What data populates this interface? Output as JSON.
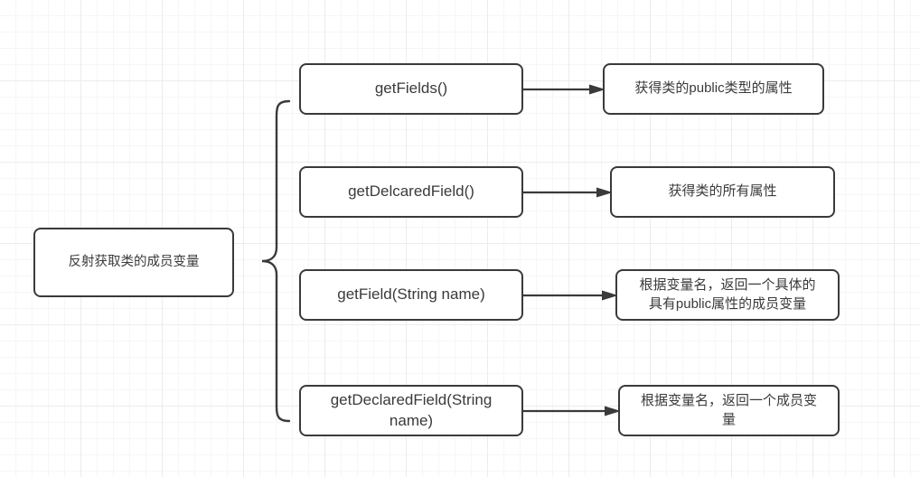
{
  "diagram": {
    "title_node": {
      "label": "反射获取类的成员变量"
    },
    "connector": {
      "type": "curly-brace",
      "orientation": "left-pointing"
    },
    "rows": [
      {
        "method": "getFields()",
        "description": "获得类的public类型的属性",
        "description_lines": [
          "获得类的public类型的属性"
        ],
        "arrow": "arrow-right"
      },
      {
        "method": "getDelcaredField()",
        "description": "获得类的所有属性",
        "description_lines": [
          "获得类的所有属性"
        ],
        "arrow": "arrow-right"
      },
      {
        "method": "getField(String name)",
        "description": "根据变量名，返回一个具体的具有public属性的成员变量",
        "description_lines": [
          "根据变量名，返回一个具体的",
          "具有public属性的成员变量"
        ],
        "arrow": "arrow-right"
      },
      {
        "method_lines": [
          "getDeclaredField(String",
          "name)"
        ],
        "method": "getDeclaredField(String name)",
        "description": "根据变量名，返回一个成员变量",
        "description_lines": [
          "根据变量名，返回一个成员变",
          "量"
        ],
        "arrow": "arrow-right"
      }
    ]
  },
  "colors": {
    "stroke": "#3a3a3a",
    "node_fill": "#ffffff",
    "grid_minor": "#f6f6f6",
    "grid_major": "#ececec",
    "text": "#3a3a3a"
  }
}
